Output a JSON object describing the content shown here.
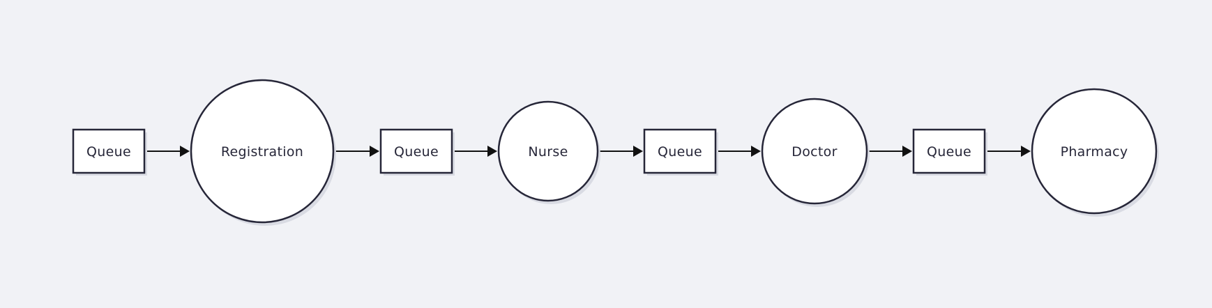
{
  "diagram": {
    "nodes": [
      {
        "id": "queue-1",
        "shape": "rect",
        "label": "Queue"
      },
      {
        "id": "registration",
        "shape": "circle",
        "label": "Registration"
      },
      {
        "id": "queue-2",
        "shape": "rect",
        "label": "Queue"
      },
      {
        "id": "nurse",
        "shape": "circle",
        "label": "Nurse"
      },
      {
        "id": "queue-3",
        "shape": "rect",
        "label": "Queue"
      },
      {
        "id": "doctor",
        "shape": "circle",
        "label": "Doctor"
      },
      {
        "id": "queue-4",
        "shape": "rect",
        "label": "Queue"
      },
      {
        "id": "pharmacy",
        "shape": "circle",
        "label": "Pharmacy"
      }
    ],
    "edges": [
      {
        "from": "queue-1",
        "to": "registration"
      },
      {
        "from": "registration",
        "to": "queue-2"
      },
      {
        "from": "queue-2",
        "to": "nurse"
      },
      {
        "from": "nurse",
        "to": "queue-3"
      },
      {
        "from": "queue-3",
        "to": "doctor"
      },
      {
        "from": "doctor",
        "to": "queue-4"
      },
      {
        "from": "queue-4",
        "to": "pharmacy"
      }
    ],
    "colors": {
      "background": "#f1f2f6",
      "node_fill": "#ffffff",
      "node_stroke": "#262638",
      "edge": "#111111",
      "shadow": "#d9dbe3"
    }
  }
}
